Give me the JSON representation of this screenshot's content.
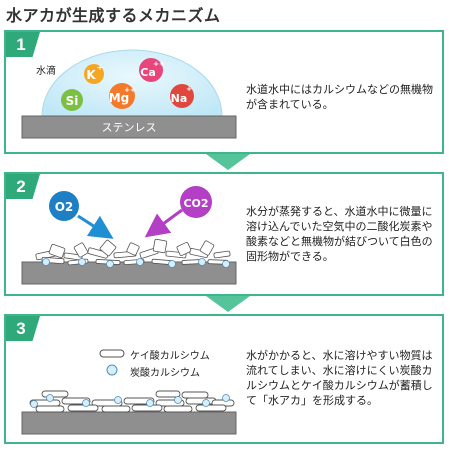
{
  "title": "水アカが生成するメカニズム",
  "steps": [
    {
      "number": "1",
      "description": "水道水中にはカルシウムなどの無機物が含まれている。",
      "droplet_label": "水滴",
      "surface_label": "ステンレス",
      "ions": [
        "K",
        "Ca",
        "Si",
        "Mg",
        "Na"
      ]
    },
    {
      "number": "2",
      "description": "水分が蒸発すると、水道水中に微量に溶け込んでいた空気中の二酸化炭素や酸素などと無機物が結びついて白色の固形物ができる。",
      "gases": [
        "O2",
        "CO2"
      ]
    },
    {
      "number": "3",
      "description": "水がかかると、水に溶けやすい物質は流れてしまい、水に溶けにくい炭酸カルシウムとケイ酸カルシウムが蓄積して「水アカ」を形成する。",
      "legend": [
        "ケイ酸カルシウム",
        "炭酸カルシウム"
      ]
    }
  ],
  "colors": {
    "frame": "#3fb58a",
    "step_badge": "#2fa87a",
    "arrow": "#56c49b",
    "droplet": "#cfeefa",
    "surface": "#8a8a8a",
    "o2": "#1f7fc4",
    "co2": "#b23fc4",
    "k_ion": "#f5a623",
    "ca_ion": "#e8457a",
    "si_ion": "#7bc043",
    "mg_ion": "#f27a2a",
    "na_ion": "#e0483e"
  }
}
